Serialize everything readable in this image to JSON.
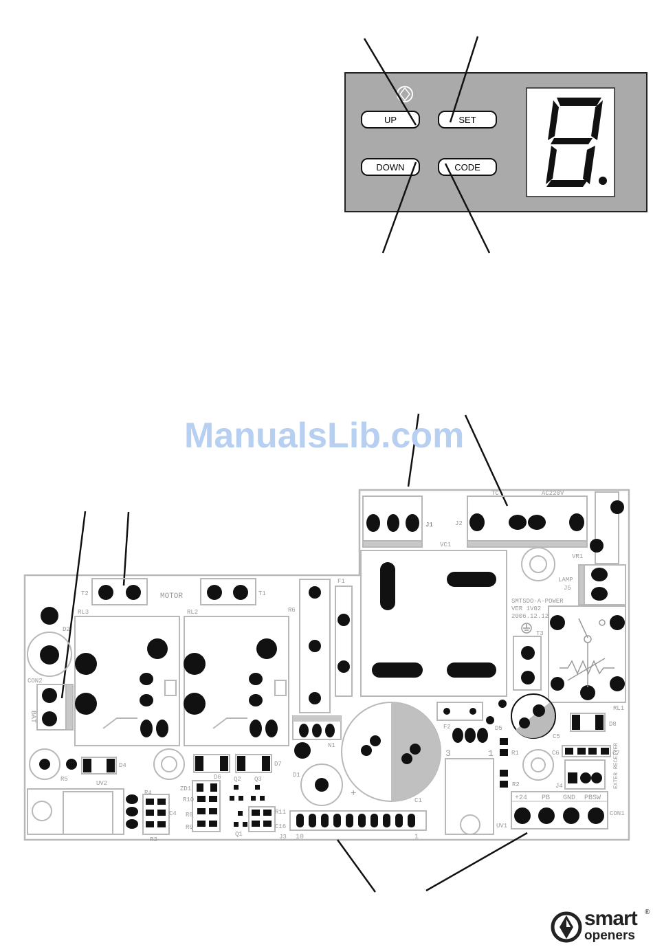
{
  "control_panel": {
    "buttons": {
      "up": "UP",
      "set": "SET",
      "down": "DOWN",
      "code": "CODE"
    },
    "display_icon": "seven-segment-digit-8"
  },
  "pcb": {
    "labels": {
      "motor": "MOTOR",
      "t2": "T2",
      "t1": "T1",
      "rl3": "RL3",
      "rl2": "RL2",
      "r6": "R6",
      "f1": "F1",
      "j1": "J1",
      "j2": "J2",
      "tc": "TC",
      "ac220v": "AC220V",
      "vc1": "VC1",
      "vr1": "VR1",
      "lamp": "LAMP",
      "j5": "J5",
      "board_name": "SMTSDO-A-POWER",
      "ver": "VER 1V02",
      "date": "2006.12.12",
      "t3": "T3",
      "rl1": "RL1",
      "d8": "D8",
      "f2": "F2",
      "d5": "D5",
      "c5": "C5",
      "c6": "C6",
      "c7": "C7",
      "r1": "R1",
      "r2": "R2",
      "j4": "J4",
      "exter_receiver": "EXTER RECEIVER",
      "con1": "CON1",
      "term_24": "+24",
      "term_pb": "PB",
      "term_gnd": "GND",
      "term_pbsw": "PBSW",
      "d2": "D2",
      "con2": "CON2",
      "bat": "BAT",
      "r5": "R5",
      "d4": "D4",
      "uv2": "UV2",
      "r4": "R4",
      "c4": "C4",
      "r3": "R3",
      "zd1": "ZD1",
      "r10": "R10",
      "r8": "R8",
      "r9": "R9",
      "d6": "D6",
      "d7": "D7",
      "q2": "Q2",
      "q3": "Q3",
      "q1": "Q1",
      "r11": "R11",
      "c16": "C16",
      "n1": "N1",
      "d1": "D1",
      "j3": "J3",
      "j3_10": "10",
      "j3_1": "1",
      "c1": "C1",
      "uv1": "UV1",
      "plus": "+",
      "num3": "3",
      "num1": "1"
    }
  },
  "watermark": "ManualsLib.com",
  "brand": {
    "line1": "smart",
    "line2": "openers",
    "reg": "®"
  },
  "colors": {
    "panel_gray": "#aaaaaa",
    "board_line": "#b8b8b8",
    "ink": "#111111",
    "watermark": "#b7cff0"
  }
}
